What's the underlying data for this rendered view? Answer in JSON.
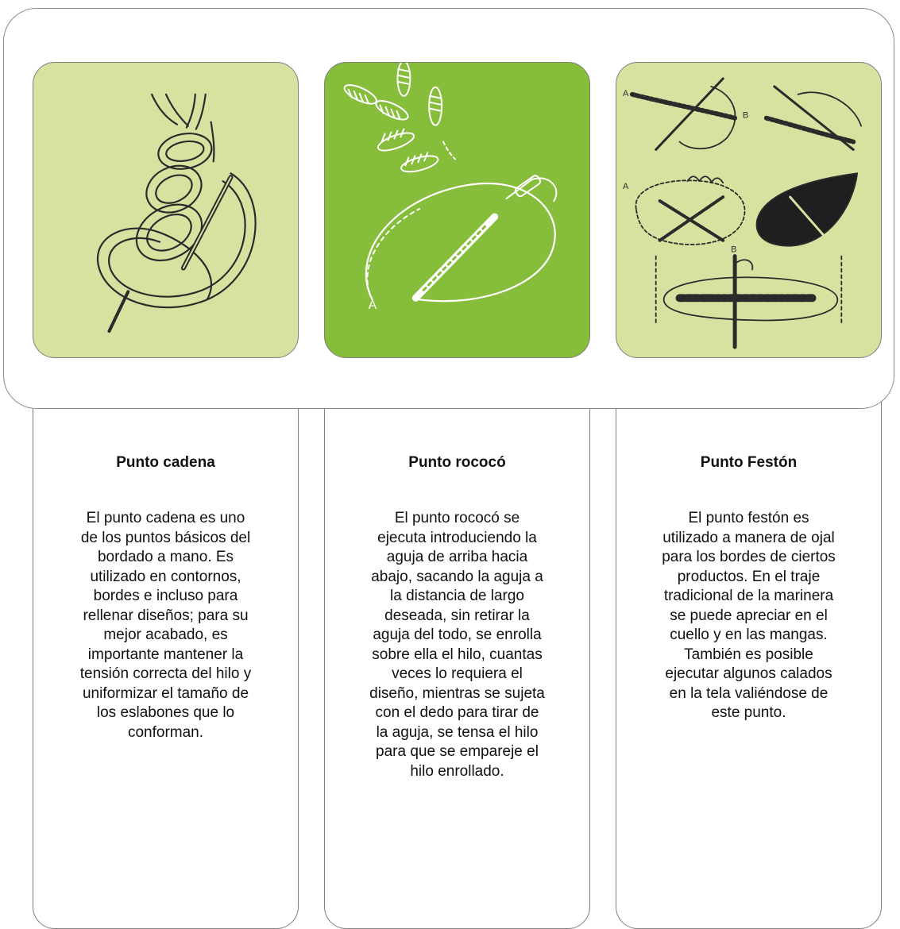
{
  "columns": [
    {
      "title": "Punto cadena",
      "body": "El punto  cadena es uno\nde los puntos básicos del\nbordado a mano. Es\nutilizado en contornos,\nbordes e incluso para\nrellenar diseños; para su\nmejor acabado, es\nimportante mantener la\ntensión correcta del hilo y\nuniformizar el tamaño de\nlos eslabones que lo\nconforman.",
      "illustration": "chain-stitch-illustration",
      "background": "#d6e3a0"
    },
    {
      "title": "Punto rococó",
      "body": "El punto rococó se\nejecuta introduciendo la\naguja de arriba hacia\nabajo, sacando la aguja a\nla distancia de largo\ndeseada, sin retirar la\naguja del todo, se enrolla\nsobre ella el hilo, cuantas\nveces lo requiera el\ndiseño, mientras se sujeta\ncon el dedo para tirar de\nla aguja, se tensa el hilo\npara que se empareje el\nhilo enrollado.",
      "illustration": "bullion-stitch-illustration",
      "illustration_labels": [
        "A"
      ],
      "background": "#86bd3a"
    },
    {
      "title": "Punto Festón",
      "body": "El punto festón es\nutilizado a manera de ojal\npara los bordes de ciertos\nproductos. En el traje\ntradicional de la marinera\nse puede apreciar en el\ncuello y en las mangas.\nTambién es posible\nejecutar algunos calados\nen la tela valiéndose de\neste punto.",
      "illustration": "blanket-stitch-illustration",
      "illustration_labels": [
        "A",
        "B",
        "A",
        "B"
      ],
      "background": "#d6e3a0"
    }
  ]
}
